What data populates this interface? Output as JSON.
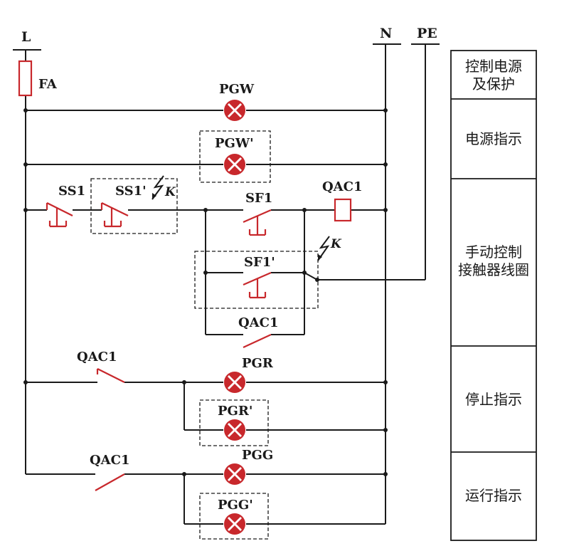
{
  "buses": {
    "line": "L",
    "neutral": "N",
    "earth": "PE"
  },
  "components": {
    "fuse": "FA",
    "lamp_power": "PGW",
    "lamp_power_remote": "PGW'",
    "stop_button": "SS1",
    "stop_button_remote": "SS1'",
    "start_button": "SF1",
    "start_button_remote": "SF1'",
    "contactor_coil": "QAC1",
    "hold_contact": "QAC1",
    "nc_contact": "QAC1",
    "lamp_stop": "PGR",
    "lamp_stop_remote": "PGR'",
    "no_contact": "QAC1",
    "lamp_run": "PGG",
    "lamp_run_remote": "PGG'",
    "remote_mark_1": "K",
    "remote_mark_2": "K"
  },
  "legend": {
    "control_power": [
      "控制电源",
      "及保护"
    ],
    "power_indication": "电源指示",
    "manual_coil": [
      "手动控制",
      "接触器线圈"
    ],
    "stop_indication": "停止指示",
    "run_indication": "运行指示"
  },
  "colors": {
    "wire": "#1a1a1a",
    "component": "#c8282c",
    "background": "#ffffff"
  }
}
